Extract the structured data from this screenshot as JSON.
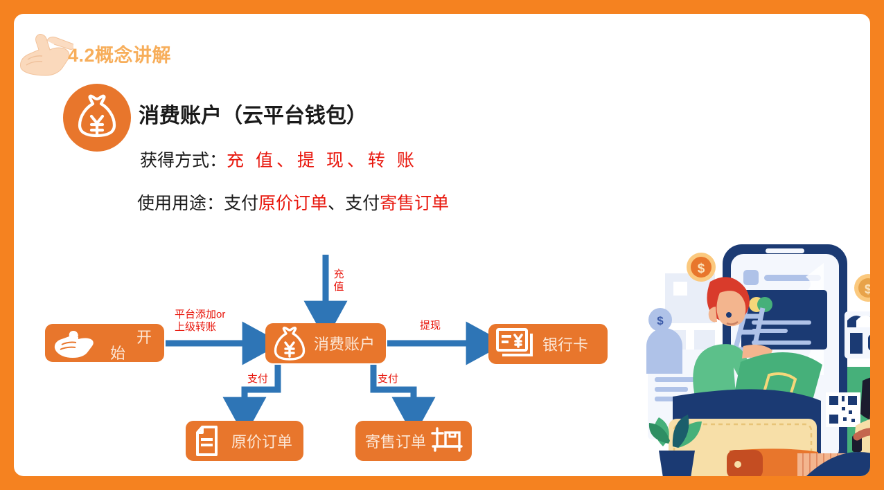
{
  "theme": {
    "frame_orange": "#F58220",
    "node_orange": "#E8762C",
    "arrow_blue": "#2E75B6",
    "label_red": "#e8160c",
    "title_orange": "#F7AE5B"
  },
  "header": {
    "title": "4.2概念讲解",
    "cursor_icon": "pointing-hand-icon"
  },
  "heading": {
    "badge_icon": "money-bag-icon",
    "title": "消费账户（云平台钱包）",
    "line1": {
      "label": "获得方式：",
      "values": "充 值、提 现、转 账"
    },
    "line2": {
      "label": "使用用途：",
      "part1_black": "支付",
      "part1_red": "原价订单",
      "sep": "、",
      "part2_black": "支付",
      "part2_red": "寄售订单"
    }
  },
  "flow": {
    "nodes": [
      {
        "id": "start",
        "label_top": "开",
        "label_bottom": "始",
        "icon": "pointing-hand-icon"
      },
      {
        "id": "wallet",
        "label": "消费账户",
        "icon": "money-bag-icon"
      },
      {
        "id": "bank",
        "label": "银行卡",
        "icon": "bank-card-icon"
      },
      {
        "id": "order",
        "label": "原价订单",
        "icon": "document-icon"
      },
      {
        "id": "consign",
        "label": "寄售订单",
        "icon": "parcel-shop-icon"
      }
    ],
    "edges": [
      {
        "id": "add",
        "label": "平台添加or\n上级转账",
        "label_line1": "平台添加or",
        "label_line2": "上级转账",
        "from": "start",
        "to": "wallet"
      },
      {
        "id": "recharge",
        "label": "充值",
        "from": "external",
        "to": "wallet"
      },
      {
        "id": "withdraw",
        "label": "提现",
        "from": "wallet",
        "to": "bank"
      },
      {
        "id": "pay1",
        "label": "支付",
        "from": "wallet",
        "to": "order"
      },
      {
        "id": "pay2",
        "label": "支付",
        "from": "wallet",
        "to": "consign"
      }
    ]
  },
  "illustration": {
    "name": "mobile-payment-wallet-illustration",
    "elements": [
      "smartphone",
      "credit-card",
      "wallet",
      "person-on-ladder",
      "seated-person-with-phone",
      "qr-code",
      "coins",
      "storefront",
      "potted-plant",
      "banknotes"
    ]
  }
}
